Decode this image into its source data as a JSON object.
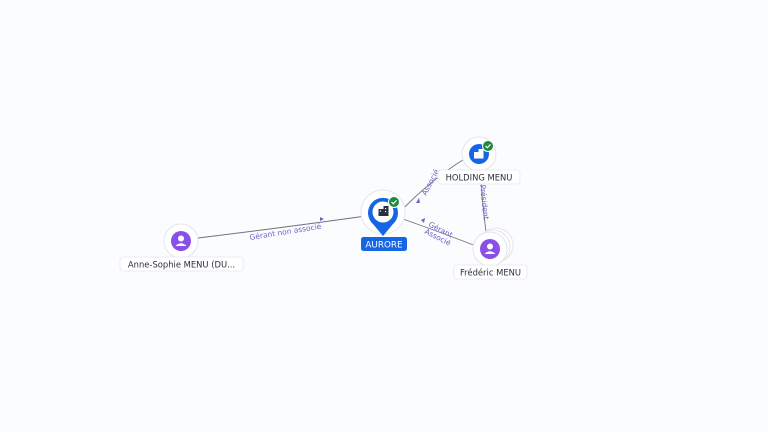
{
  "nodes": {
    "aurore": {
      "label": "AURORE",
      "type": "company",
      "icon": "building-icon",
      "verified": true,
      "color": "#1565e5"
    },
    "holding": {
      "label": "HOLDING MENU",
      "type": "company",
      "icon": "building-icon",
      "verified": true,
      "color": "#1565e5"
    },
    "anne": {
      "label": "Anne-Sophie MENU (DU...",
      "type": "person",
      "icon": "person-icon",
      "color": "#8a4fe6"
    },
    "frederic": {
      "label": "Frédéric MENU",
      "type": "person",
      "icon": "person-icon",
      "color": "#8a4fe6"
    }
  },
  "edges": {
    "anne_aurore": "Gérant non associé",
    "holding_aurore": "Associé",
    "frederic_holding": "Président",
    "frederic_aurore_1": "Gérant",
    "frederic_aurore_2": "Associé"
  },
  "colors": {
    "edge_label": "#6b63c9",
    "verified": "#1e8a3c"
  }
}
